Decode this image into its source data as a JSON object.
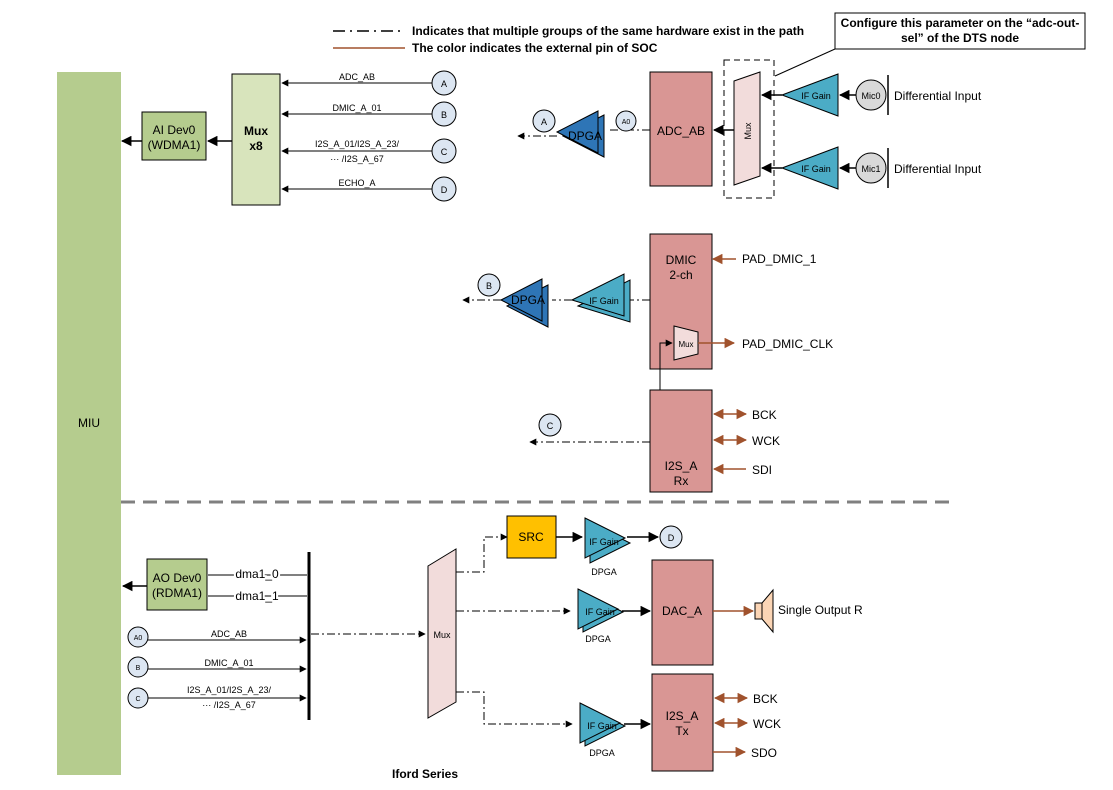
{
  "legend": {
    "dashdot_text": "Indicates that multiple groups of the same hardware exist in the path",
    "pin_text": "The color indicates the external pin of SOC"
  },
  "callout": {
    "line1": "Configure this parameter on the “adc-out-",
    "line2": "sel” of the DTS node"
  },
  "miu": {
    "label": "MIU"
  },
  "ai": {
    "dev_line1": "AI Dev0",
    "dev_line2": "(WDMA1)",
    "mux_line1": "Mux",
    "mux_line2": "x8",
    "inputs": [
      {
        "label": "ADC_AB",
        "node": "A"
      },
      {
        "label": "DMIC_A_01",
        "node": "B"
      },
      {
        "label_line1": "I2S_A_01/I2S_A_23/",
        "label_line2": "··· /I2S_A_67",
        "node": "C"
      },
      {
        "label": "ECHO_A",
        "node": "D"
      }
    ]
  },
  "adc": {
    "block": "ADC_AB",
    "mux": "Mux",
    "dpga": "DPGA",
    "node_out": "A",
    "node_a0": "A0",
    "chains": [
      {
        "gain": "IF Gain",
        "mic": "Mic0",
        "input": "Differential Input"
      },
      {
        "gain": "IF Gain",
        "mic": "Mic1",
        "input": "Differential Input"
      }
    ]
  },
  "dmic": {
    "block_line1": "DMIC",
    "block_line2": "2-ch",
    "mux": "Mux",
    "dpga": "DPGA",
    "gain": "IF Gain",
    "node_out": "B",
    "pins": [
      "PAD_DMIC_1",
      "PAD_DMIC_CLK"
    ]
  },
  "i2s_rx": {
    "block_line1": "I2S_A",
    "block_line2": "Rx",
    "node_out": "C",
    "pins": [
      "BCK",
      "WCK",
      "SDI"
    ]
  },
  "ao": {
    "dev_line1": "AO Dev0",
    "dev_line2": "(RDMA1)",
    "dma": [
      "dma1_0",
      "dma1_1"
    ],
    "inputs": [
      {
        "node": "A0",
        "label": "ADC_AB"
      },
      {
        "node": "B",
        "label": "DMIC_A_01"
      },
      {
        "node": "C",
        "label_line1": "I2S_A_01/I2S_A_23/",
        "label_line2": "··· /I2S_A_67"
      }
    ],
    "mux": "Mux"
  },
  "src": {
    "label": "SRC",
    "gain": "IF Gain",
    "dpga": "DPGA",
    "node_out": "D"
  },
  "dac": {
    "block": "DAC_A",
    "gain": "IF Gain",
    "dpga": "DPGA",
    "output": "Single Output R"
  },
  "i2s_tx": {
    "block_line1": "I2S_A",
    "block_line2": "Tx",
    "gain": "IF Gain",
    "dpga": "DPGA",
    "pins": [
      "BCK",
      "WCK",
      "SDO"
    ]
  },
  "footer": {
    "series": "Iford Series"
  },
  "colors": {
    "miu": "#b5cc8e",
    "mux_ai": "#d8e4bc",
    "block": "#d99694",
    "mux_light": "#f2dcdb",
    "gain": "#4bacc6",
    "dpga": "#2e75b6",
    "src": "#ffc000",
    "pin_arrow": "#a0522d",
    "node_fill": "#dce6f2"
  }
}
